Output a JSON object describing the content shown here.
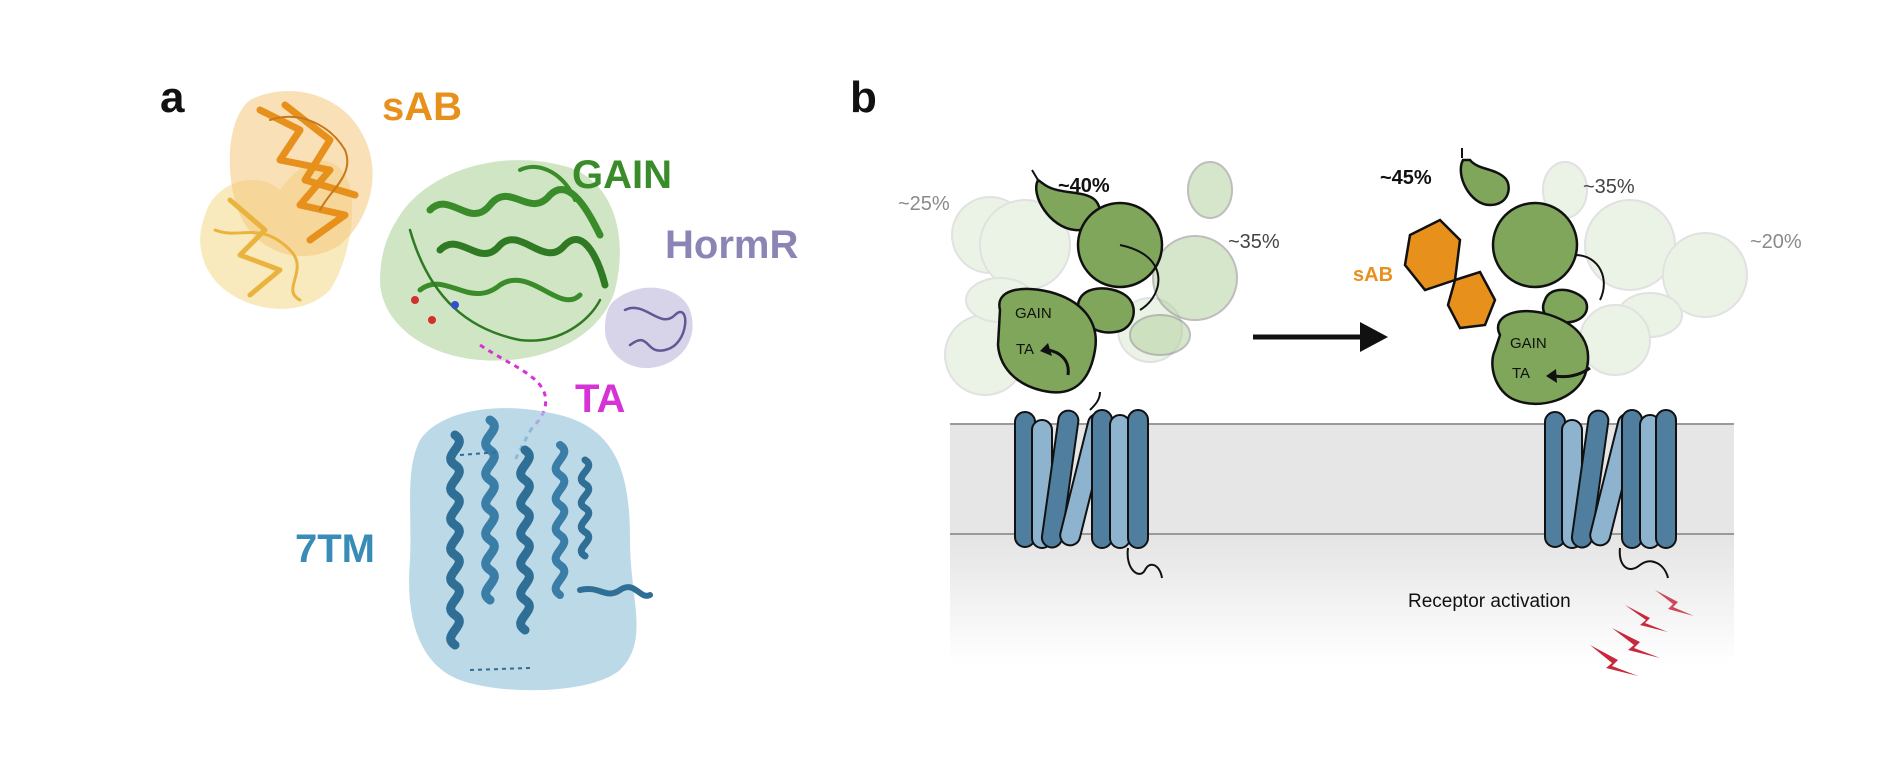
{
  "panel_a": {
    "letter": "a",
    "labels": {
      "sab": "sAB",
      "gain": "GAIN",
      "hormr": "HormR",
      "ta": "TA",
      "tm": "7TM"
    }
  },
  "panel_b": {
    "letter": "b",
    "left_state": {
      "pct_faint_left": "~25%",
      "pct_top": "~40%",
      "pct_right": "~35%",
      "gain": "GAIN",
      "ta": "TA"
    },
    "right_state": {
      "pct_top": "~45%",
      "pct_right": "~35%",
      "pct_faint_right": "~20%",
      "sab": "sAB",
      "gain": "GAIN",
      "ta": "TA"
    },
    "activation": "Receptor activation"
  },
  "colors": {
    "sab": "#E8901C",
    "gain": "#3A8C2A",
    "hormr": "#8A85B5",
    "ta": "#D633D6",
    "tm": "#3A8CB8",
    "domain_fill": "#7FA65A",
    "helix_dark": "#4F7E9E",
    "helix_light": "#8DB3CF",
    "membrane": "#E6E6E6",
    "activation": "#C8283C"
  }
}
